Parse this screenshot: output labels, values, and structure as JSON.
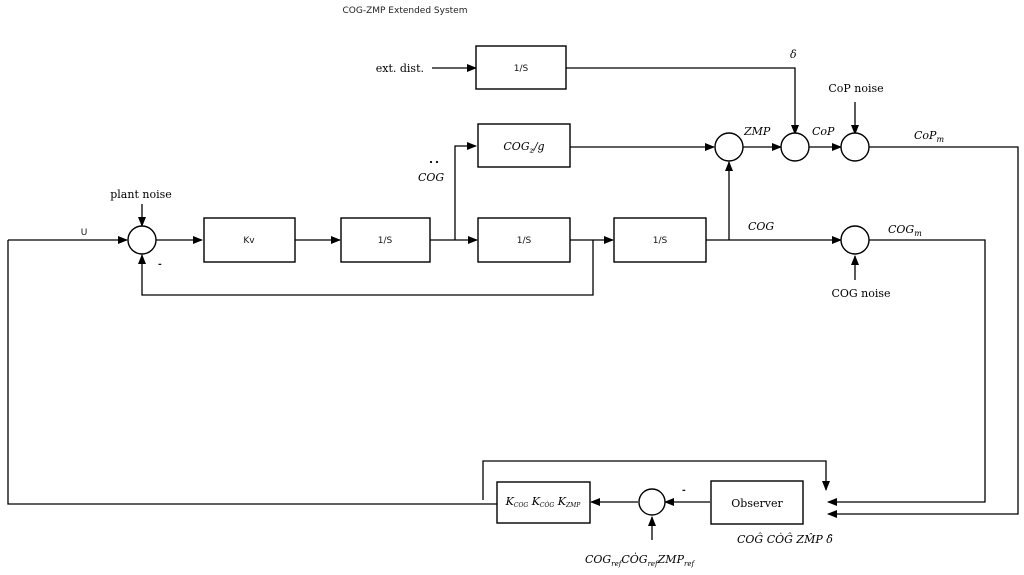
{
  "title": "COG-ZMP Extended System",
  "blocks": {
    "int_dist": "1/S",
    "cogz_g": "COGz/g",
    "kv": "Kv",
    "int_1": "1/S",
    "int_2": "1/S",
    "int_3": "1/S",
    "gains": "KCOG KĊOG KZMP",
    "observer": "Observer"
  },
  "labels": {
    "ext_dist": "ext. dist.",
    "delta": "δ",
    "cop_noise": "CoP noise",
    "zmp": "ZMP",
    "cop": "CoP",
    "cop_m": "CoPm",
    "cog_ddot": "COG",
    "plant_noise": "plant noise",
    "u": "U",
    "minus_inner": "-",
    "cog": "COG",
    "cog_m": "COGm",
    "cog_noise": "COG noise",
    "minus_ref": "-",
    "observer_outputs": "COĜ CȮĜ ZM̂P δ̂",
    "references": "COGref CȮGref ZMPref"
  }
}
